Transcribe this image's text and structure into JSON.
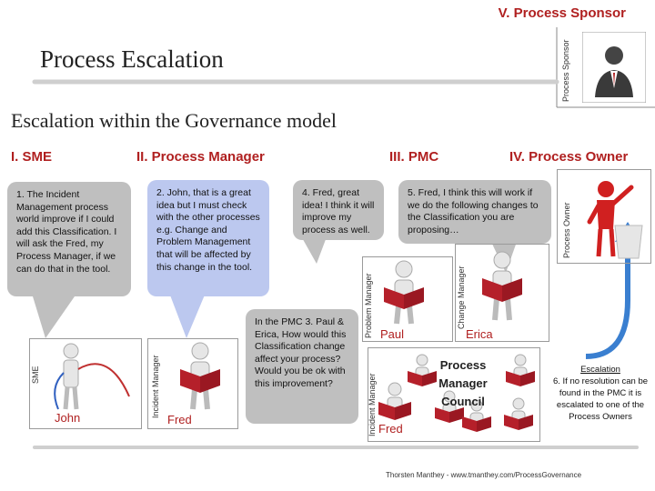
{
  "header": {
    "section": "V. Process Sponsor"
  },
  "title": "Process Escalation",
  "subtitle": "Escalation within the Governance model",
  "roles": {
    "sme": "I. SME",
    "process_manager": "II. Process Manager",
    "pmc": "III. PMC",
    "process_owner": "IV. Process Owner"
  },
  "vertical_labels": {
    "process_sponsor": "Process Sponsor",
    "sme": "SME",
    "incident_manager": "Incident Manager",
    "problem_manager": "Problem Manager",
    "change_manager": "Change Manager",
    "process_owner": "Process Owner",
    "incident_manager_2": "Incident Manager"
  },
  "bubbles": {
    "b1": "1. The Incident Management process world improve if I could add this Classification. I will ask the Fred, my Process Manager, if we can do that in the tool.",
    "b2": "2. John, that is a great idea but I must check with the other processes e.g. Change and Problem Management that will be affected by this change in the tool.",
    "b3": "In the PMC 3. Paul & Erica, How would this Classification change affect your process? Would you be ok with this improvement?",
    "b4": "4. Fred, great idea! I think it will improve my process as well.",
    "b5": "5. Fred, I think this will work if we do the following changes to the Classification you are proposing…"
  },
  "names": {
    "john": "John",
    "fred": "Fred",
    "paul": "Paul",
    "erica": "Erica",
    "fred2": "Fred"
  },
  "council": "Process Manager Council",
  "escalation": {
    "heading": "Escalation",
    "text": "6. If no resolution can be found in the PMC it is escalated to one of the Process Owners"
  },
  "footer": "Thorsten Manthey - www.tmanthey.com/ProcessGovernance",
  "colors": {
    "accent": "#b02020",
    "bubble_grey": "#bfbfbf",
    "bubble_blue": "#bcc8ef",
    "arrow": "#3a7fd0",
    "book": "#b5202a"
  }
}
